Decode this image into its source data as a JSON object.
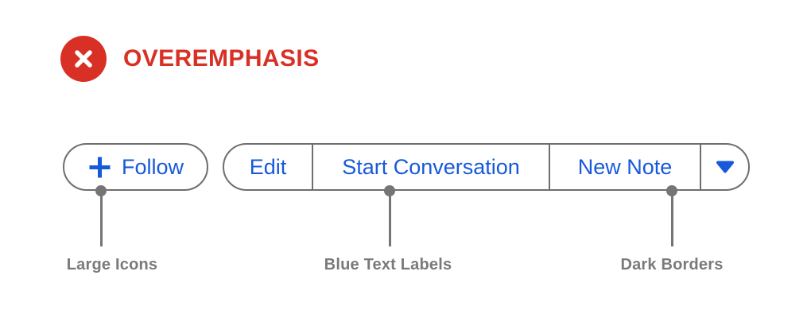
{
  "header": {
    "title": "OVEREMPHASIS",
    "icon": "error-x-icon"
  },
  "colors": {
    "accent_red": "#D93025",
    "accent_blue": "#1759DB",
    "border_gray": "#6E6E6E",
    "callout_gray": "#757575",
    "label_gray": "#7A7A7A",
    "bg": "#FFFFFF"
  },
  "follow_button": {
    "label": "Follow",
    "icon": "plus-icon"
  },
  "action_bar": {
    "buttons": [
      {
        "label": "Edit"
      },
      {
        "label": "Start Conversation"
      },
      {
        "label": "New Note"
      }
    ],
    "dropdown_icon": "caret-down-icon"
  },
  "callouts": [
    {
      "label": "Large Icons"
    },
    {
      "label": "Blue Text Labels"
    },
    {
      "label": "Dark Borders"
    }
  ]
}
